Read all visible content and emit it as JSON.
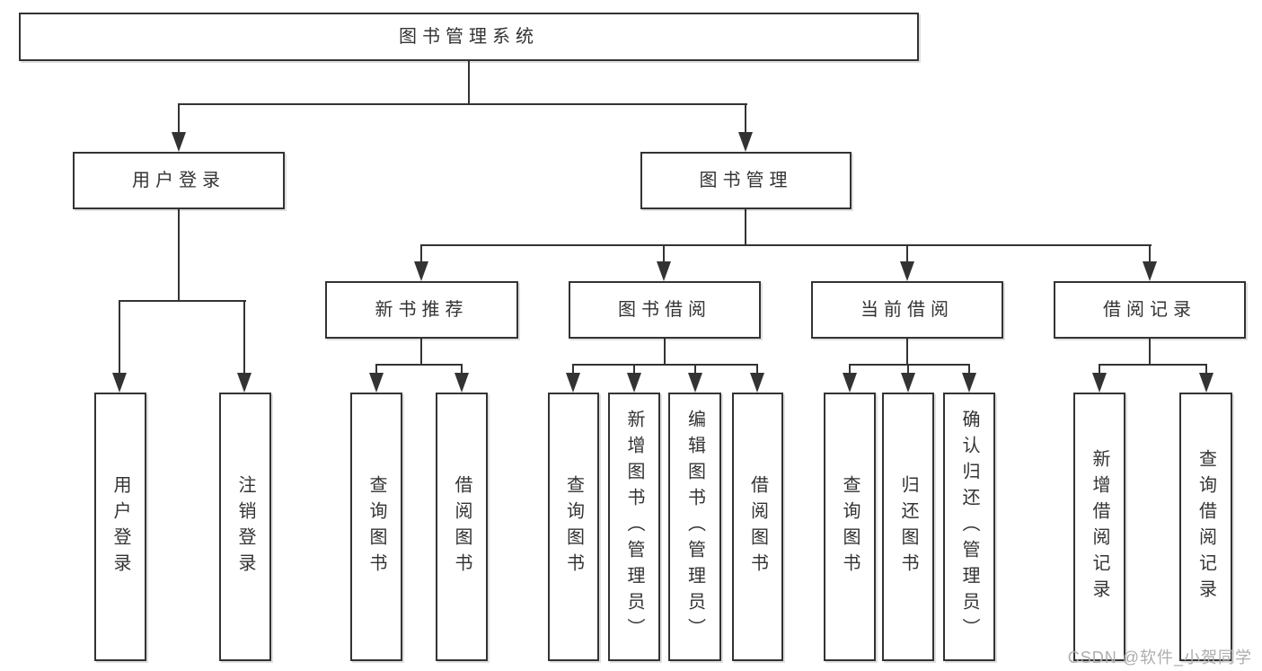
{
  "diagram": {
    "root": {
      "label": "图书管理系统"
    },
    "branches": [
      {
        "label": "用户登录",
        "children": [
          {
            "label": "用户登录"
          },
          {
            "label": "注销登录"
          }
        ]
      },
      {
        "label": "图书管理",
        "children": [
          {
            "label": "新书推荐",
            "children": [
              {
                "label": "查询图书"
              },
              {
                "label": "借阅图书"
              }
            ]
          },
          {
            "label": "图书借阅",
            "children": [
              {
                "label": "查询图书"
              },
              {
                "label": "新增图书（管理员）"
              },
              {
                "label": "编辑图书（管理员）"
              },
              {
                "label": "借阅图书"
              }
            ]
          },
          {
            "label": "当前借阅",
            "children": [
              {
                "label": "查询图书"
              },
              {
                "label": "归还图书"
              },
              {
                "label": "确认归还（管理员）"
              }
            ]
          },
          {
            "label": "借阅记录",
            "children": [
              {
                "label": "新增借阅记录"
              },
              {
                "label": "查询借阅记录"
              }
            ]
          }
        ]
      }
    ],
    "colors": {
      "line": "#333333",
      "text": "#333333",
      "background": "#ffffff",
      "watermark": "#adadad"
    }
  },
  "watermark": {
    "text": "CSDN @软件_小贺同学"
  }
}
